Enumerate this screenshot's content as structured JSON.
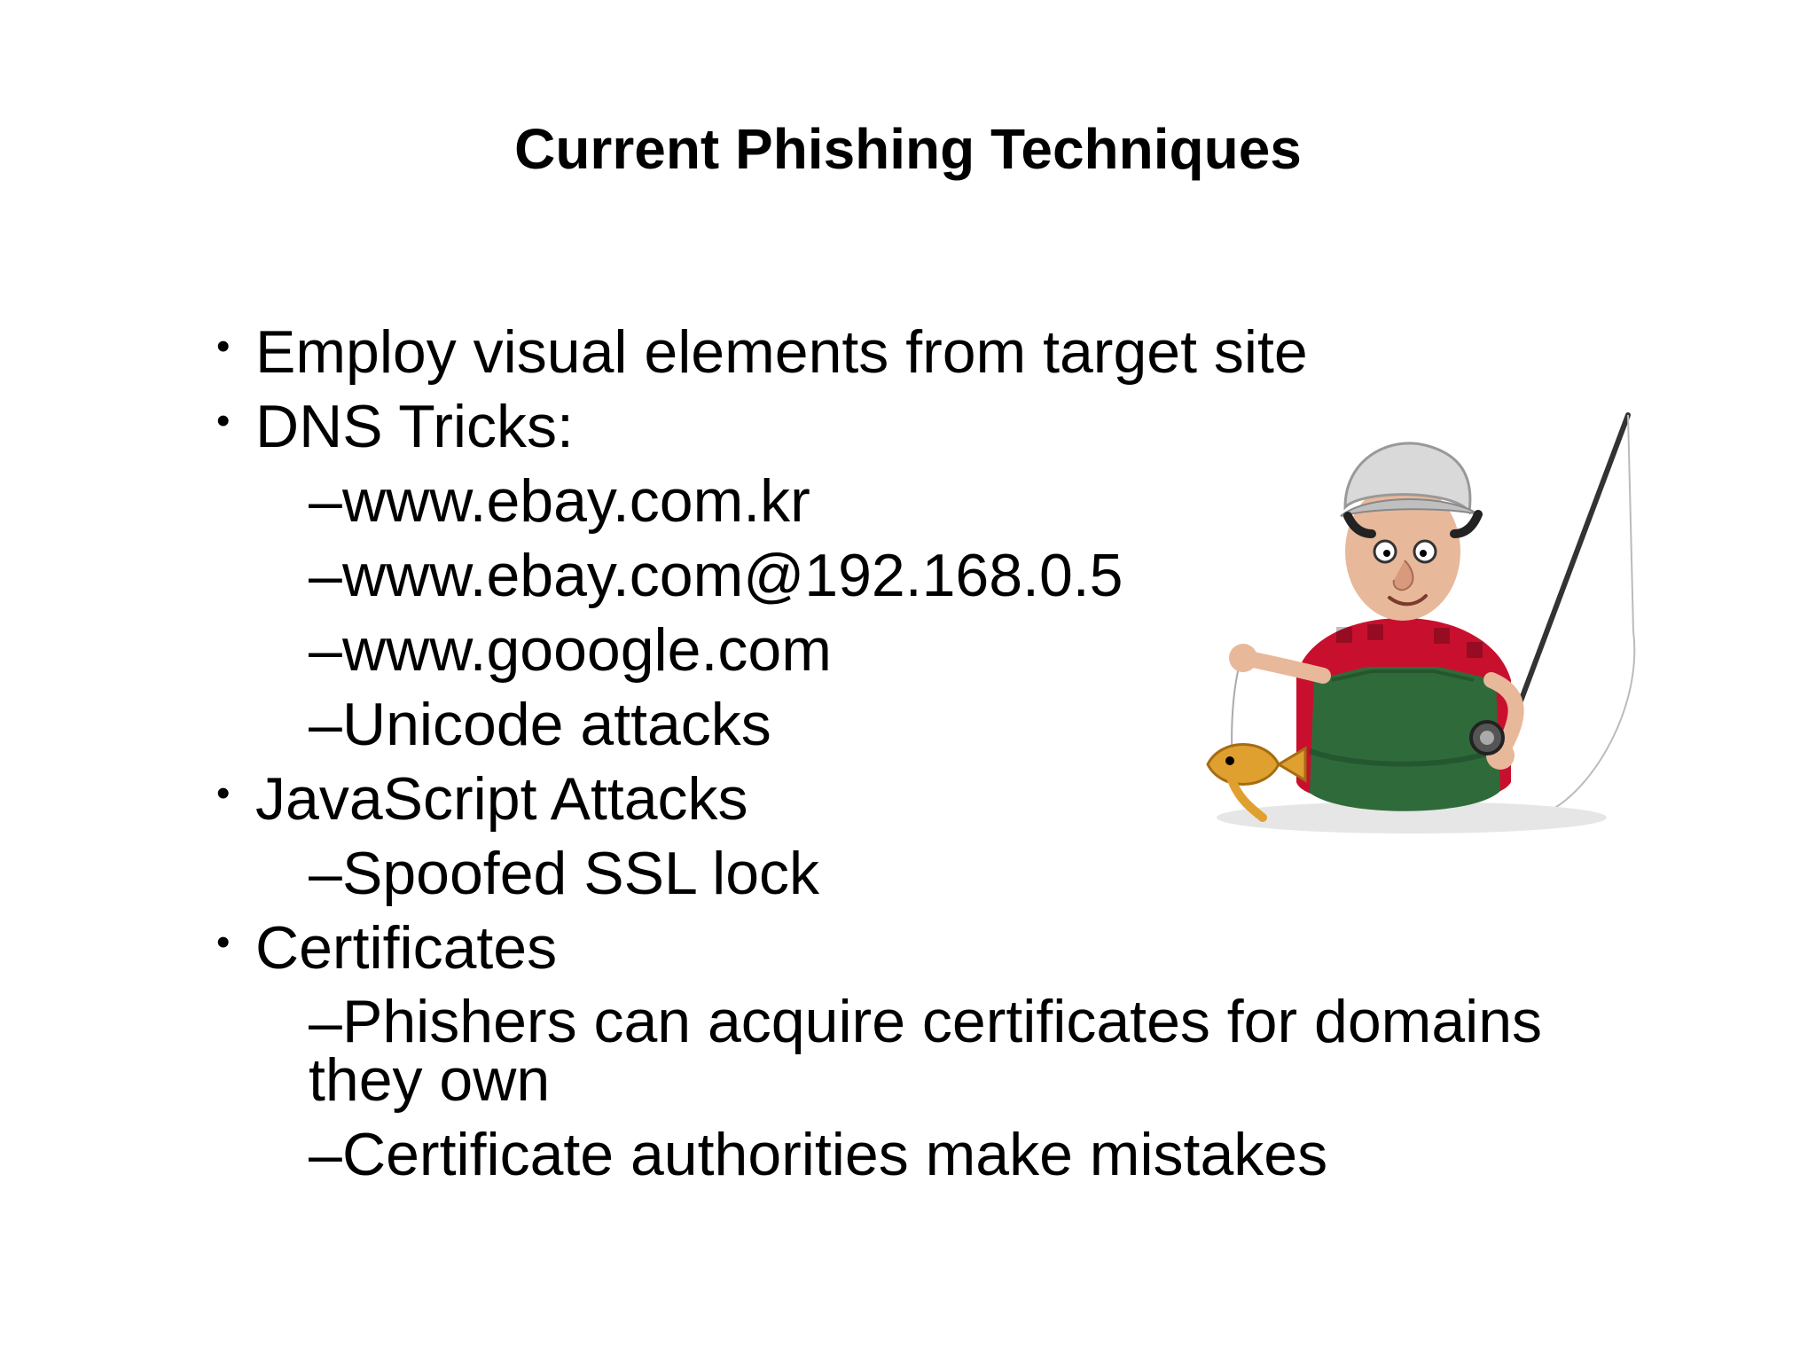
{
  "slide": {
    "title": "Current Phishing Techniques",
    "bullet_glyph": "•",
    "dash_glyph": "–",
    "items": [
      {
        "text": "Employ visual elements from target site"
      },
      {
        "text": "DNS Tricks:"
      },
      {
        "text": "www.ebay.com.kr"
      },
      {
        "text": "www.ebay.com@192.168.0.5"
      },
      {
        "text": "www.gooogle.com"
      },
      {
        "text": "Unicode attacks"
      },
      {
        "text": "JavaScript Attacks"
      },
      {
        "text": "Spoofed SSL lock"
      },
      {
        "text": "Certificates"
      },
      {
        "text": "Phishers can acquire certificates for domains they own"
      },
      {
        "text": "Certificate authorities make mistakes"
      }
    ]
  },
  "illustration": {
    "icon": "fisherman-clipart-icon",
    "colors": {
      "shirt": "#c8102e",
      "apron": "#2f6b3a",
      "hat": "#d9d9d9",
      "fish": "#e0a030",
      "skin": "#e8b89a"
    }
  }
}
